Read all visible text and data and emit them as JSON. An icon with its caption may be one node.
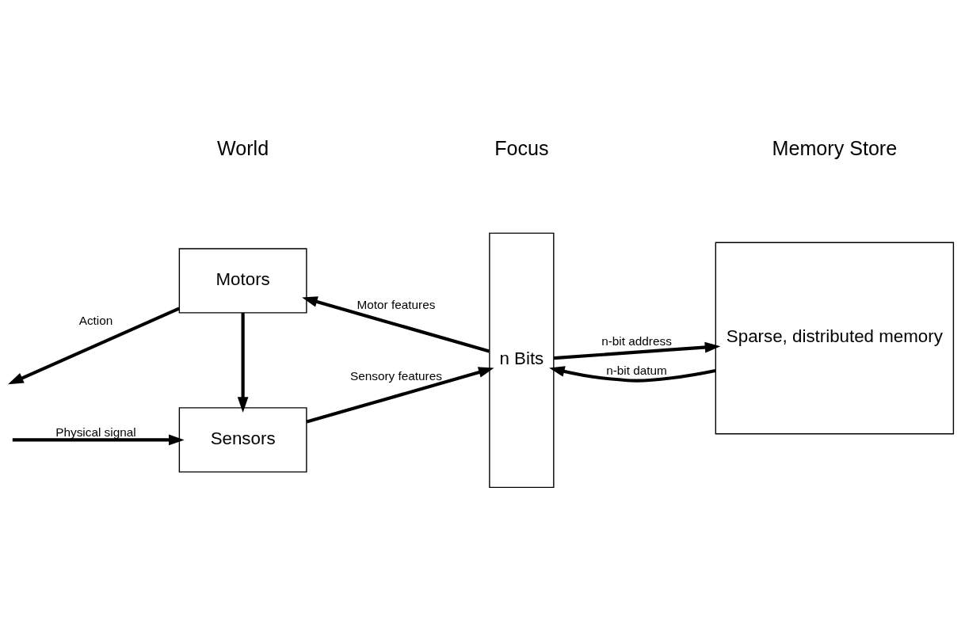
{
  "diagram": {
    "nodes": [
      {
        "text": [
          "Sensors"
        ]
      },
      {
        "text": [
          "Motors"
        ]
      },
      {
        "text": [
          "n Bits"
        ]
      },
      {
        "text": [
          "Sparse, distributed memory"
        ]
      }
    ],
    "edges": [
      {
        "from": null,
        "to": 0,
        "arrow": "to",
        "label": "Physical signal"
      },
      {
        "from": 0,
        "to": 2,
        "arrow": "to",
        "label": "Sensory features"
      },
      {
        "from": 1,
        "to": 0,
        "arrow": "to"
      },
      {
        "from": 2,
        "to": 1,
        "arrow": "to",
        "label": "Motor features"
      },
      {
        "from": 1,
        "to": null,
        "arrow": "to",
        "label": "Action"
      },
      {
        "from": 2,
        "to": 3,
        "arrow": "to",
        "label": "n-bit address"
      },
      {
        "from": 3,
        "to": 2,
        "arrow": "to",
        "label": "n-bit datum"
      }
    ],
    "labels": [
      "World",
      "Focus",
      "Memory Store"
    ]
  }
}
